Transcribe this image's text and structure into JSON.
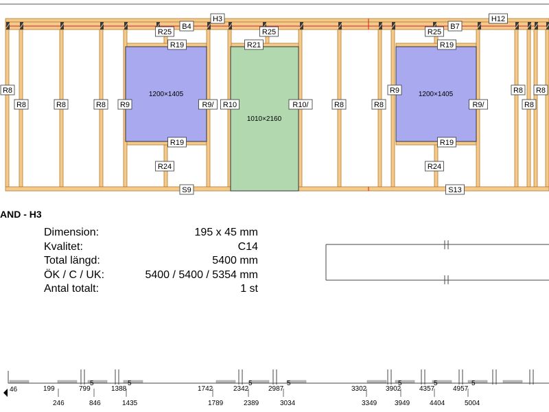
{
  "wall": {
    "title": "AND - H3",
    "labels": {
      "top_tags": [
        "H3",
        "H12"
      ],
      "b_tags": [
        "B4",
        "B7"
      ],
      "r25": "R25",
      "r19": "R19",
      "r21": "R21",
      "r24": "R24",
      "s_tags": [
        "S9",
        "S13"
      ],
      "r8": "R8",
      "r9": "R9",
      "r9b": "R9/",
      "r10": "R10",
      "r10b": "R10/"
    },
    "openings": [
      {
        "label": "1200×1405",
        "color": "#a9a9f0"
      },
      {
        "label": "1010×2160",
        "color": "#b1d8ae"
      },
      {
        "label": "1200×1405",
        "color": "#a9a9f0"
      }
    ]
  },
  "specs": [
    {
      "label": "Dimension:",
      "value": "195 x 45 mm"
    },
    {
      "label": "Kvalitet:",
      "value": "C14"
    },
    {
      "label": "Total längd:",
      "value": "5400 mm"
    },
    {
      "label": "ÖK / C / UK:",
      "value": "5400 / 5400 / 5354 mm"
    },
    {
      "label": "Antal totalt:",
      "value": "1 st"
    }
  ],
  "ruler": {
    "start": "46",
    "upper": [
      "199",
      "799",
      "1388",
      "1742",
      "2342",
      "2987",
      "3302",
      "3902",
      "4357",
      "4957"
    ],
    "lower": [
      "246",
      "846",
      "1435",
      "1789",
      "2389",
      "3034",
      "3349",
      "3949",
      "4404",
      "5004"
    ],
    "fives": [
      "5",
      "5",
      "5",
      "5",
      "5",
      "5",
      "5"
    ]
  },
  "colors": {
    "timber": "#f4c98c",
    "timber_stroke": "#b27a2c",
    "red_line": "#d62020"
  }
}
